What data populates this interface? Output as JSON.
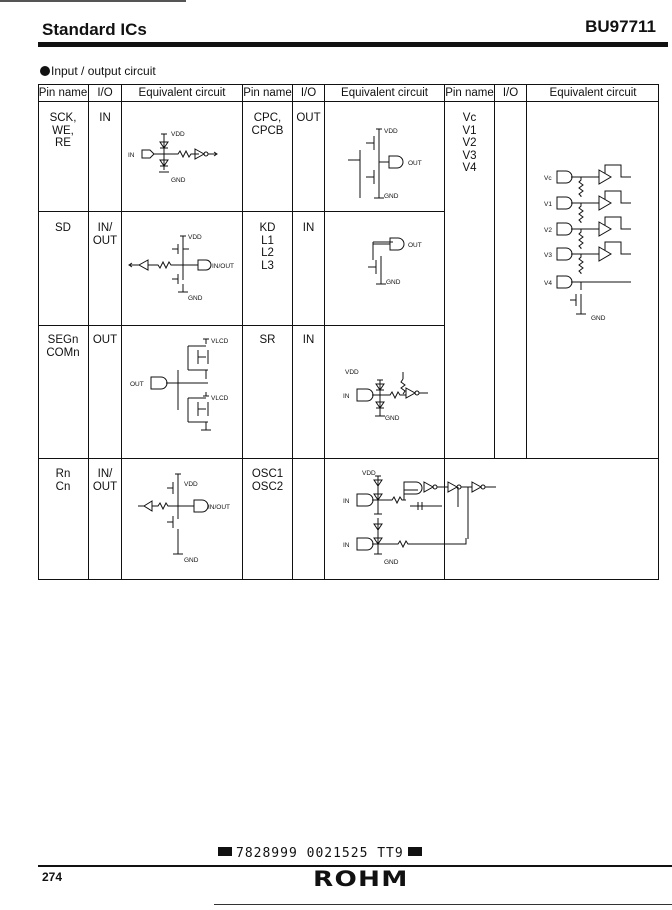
{
  "header": {
    "category": "Standard ICs",
    "part_number": "BU97711"
  },
  "section_title": "Input / output circuit",
  "columns": {
    "pin_name": "Pin name",
    "io": "I/O",
    "equivalent": "Equivalent circuit"
  },
  "rows": [
    {
      "pin": "SCK,\nWE,\nRE",
      "io": "IN"
    },
    {
      "pin": "SD",
      "io": "IN/\nOUT"
    },
    {
      "pin": "SEGn\nCOMn",
      "io": "OUT"
    },
    {
      "pin": "Rn\nCn",
      "io": "IN/\nOUT"
    },
    {
      "pin": "CPC,\nCPCB",
      "io": "OUT"
    },
    {
      "pin": "KD\nL1\nL2\nL3",
      "io": "IN"
    },
    {
      "pin": "SR",
      "io": "IN"
    },
    {
      "pin": "OSC1\nOSC2",
      "io": ""
    },
    {
      "pin": "Vc\nV1\nV2\nV3\nV4",
      "io": ""
    }
  ],
  "circuit_labels": {
    "vdd": "VDD",
    "gnd": "GND",
    "in": "IN",
    "out": "OUT",
    "inout": "IN/OUT",
    "vlcd": "VLCD",
    "vc": "Vc",
    "v1": "V1",
    "v2": "V2",
    "v3": "V3",
    "v4": "V4"
  },
  "footer": {
    "code": "7828999 0021525 TT9",
    "page": "274",
    "logo": "ROHM"
  }
}
